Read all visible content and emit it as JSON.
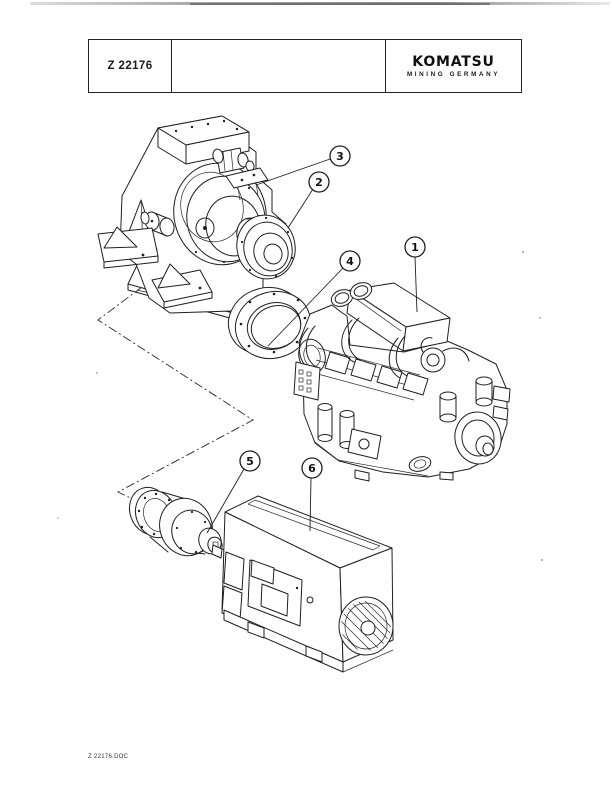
{
  "header": {
    "drawing_number": "Z 22176",
    "brand": "KOMATSU",
    "brand_subtitle": "MINING GERMANY"
  },
  "footer": {
    "filename": "Z 22176.DOC"
  },
  "diagram": {
    "kind": "exploded parts drawing",
    "callouts": [
      {
        "number": "1"
      },
      {
        "number": "2"
      },
      {
        "number": "3"
      },
      {
        "number": "4"
      },
      {
        "number": "5"
      },
      {
        "number": "6"
      }
    ]
  },
  "colors": {
    "ink": "#1f1f1f",
    "paper": "#ffffff"
  }
}
